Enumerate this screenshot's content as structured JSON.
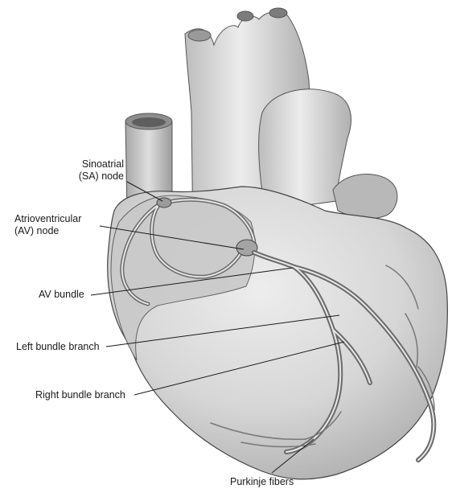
{
  "labels": {
    "sa_line1": "Sinoatrial",
    "sa_line2": "(SA) node",
    "av_line1": "Atrioventricular",
    "av_line2": "(AV) node",
    "av_bundle": "AV bundle",
    "left_bundle_branch": "Left bundle branch",
    "right_bundle_branch": "Right bundle branch",
    "purkinje_fibers": "Purkinje fibers"
  }
}
